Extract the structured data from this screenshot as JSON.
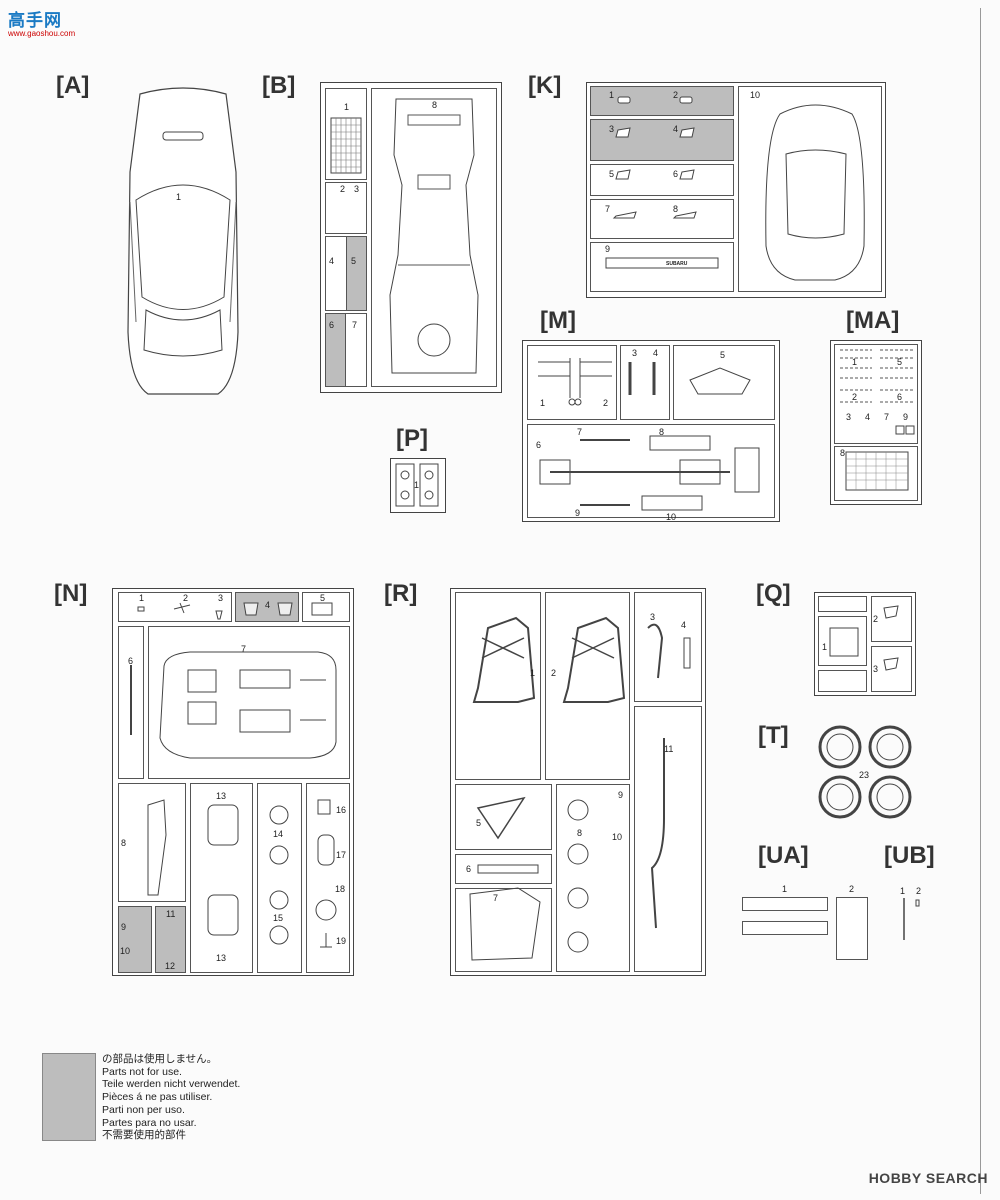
{
  "logo": {
    "main": "高手网",
    "sub": "www.gaoshou.com"
  },
  "watermark": "HOBBY SEARCH",
  "sections": {
    "A": {
      "label": "[A]",
      "parts": [
        "1"
      ]
    },
    "B": {
      "label": "[B]",
      "parts": [
        "1",
        "2",
        "3",
        "4",
        "5",
        "6",
        "7",
        "8"
      ]
    },
    "K": {
      "label": "[K]",
      "parts": [
        "1",
        "2",
        "3",
        "4",
        "5",
        "6",
        "7",
        "8",
        "9",
        "10"
      ]
    },
    "M": {
      "label": "[M]",
      "parts": [
        "1",
        "2",
        "3",
        "4",
        "5",
        "6",
        "7",
        "8",
        "9",
        "10"
      ]
    },
    "MA": {
      "label": "[MA]",
      "parts": [
        "1",
        "2",
        "3",
        "4",
        "5",
        "6",
        "7",
        "8",
        "9"
      ]
    },
    "P": {
      "label": "[P]",
      "parts": [
        "1"
      ]
    },
    "N": {
      "label": "[N]",
      "parts": [
        "1",
        "2",
        "3",
        "4",
        "5",
        "6",
        "7",
        "8",
        "9",
        "10",
        "11",
        "12",
        "13",
        "14",
        "15",
        "16",
        "17",
        "18",
        "19",
        "13"
      ]
    },
    "R": {
      "label": "[R]",
      "parts": [
        "1",
        "2",
        "3",
        "4",
        "5",
        "6",
        "7",
        "8",
        "9",
        "10",
        "11"
      ]
    },
    "Q": {
      "label": "[Q]",
      "parts": [
        "1",
        "2",
        "3"
      ]
    },
    "T": {
      "label": "[T]",
      "parts": [
        "23"
      ]
    },
    "UA": {
      "label": "[UA]",
      "parts": [
        "1",
        "2"
      ]
    },
    "UB": {
      "label": "[UB]",
      "parts": [
        "1",
        "2"
      ]
    }
  },
  "embedded_text": {
    "k9_emblem": "SUBARU"
  },
  "legend": {
    "lines": [
      "の部品は使用しません。",
      "Parts not for use.",
      "Teile werden nicht verwendet.",
      "Pièces á ne pas utiliser.",
      "Parti non per uso.",
      "Partes para no usar.",
      "不需要使用的部件"
    ]
  },
  "colors": {
    "unused_part_fill": "#bdbdbd",
    "line": "#444444"
  }
}
